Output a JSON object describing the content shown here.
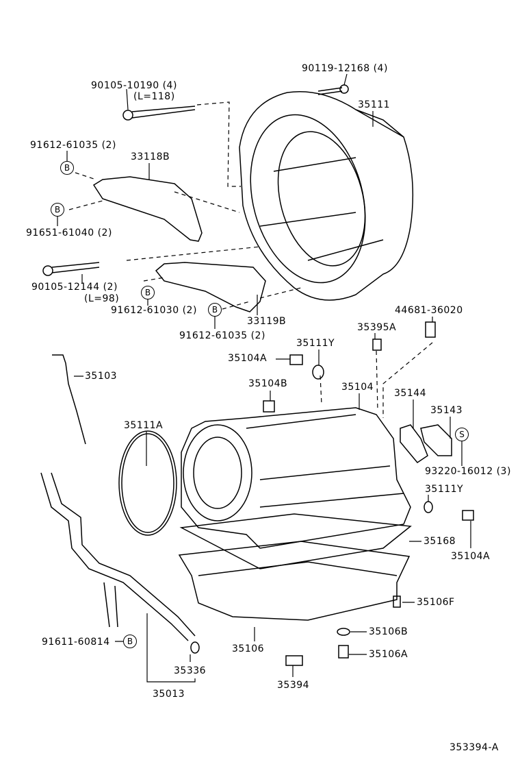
{
  "diagram_id": "353394-A",
  "labels": {
    "p90119": "90119-12168 (4)",
    "p90105_10190": "90105-10190 (4)",
    "l118": "(L=118)",
    "p35111": "35111",
    "p91612_61035a": "91612-61035 (2)",
    "p33118B": "33118B",
    "p91651": "91651-61040 (2)",
    "p90105_12144": "90105-12144 (2)",
    "l98": "(L=98)",
    "p91612_61030": "91612-61030 (2)",
    "p33119B": "33119B",
    "p91612_61035b": "91612-61035 (2)",
    "p44681": "44681-36020",
    "p35395A": "35395A",
    "p35111Y_a": "35111Y",
    "p35104A_a": "35104A",
    "p35103": "35103",
    "p35104B": "35104B",
    "p35104": "35104",
    "p35144": "35144",
    "p35143": "35143",
    "p35111A": "35111A",
    "p93220": "93220-16012 (3)",
    "p35111Y_b": "35111Y",
    "p35168": "35168",
    "p35104A_b": "35104A",
    "p35106F": "35106F",
    "p91611": "91611-60814",
    "p35106B": "35106B",
    "p35106A": "35106A",
    "p35106": "35106",
    "p35336": "35336",
    "p35394": "35394",
    "p35013": "35013"
  },
  "markers": {
    "b": "B",
    "s": "S"
  }
}
